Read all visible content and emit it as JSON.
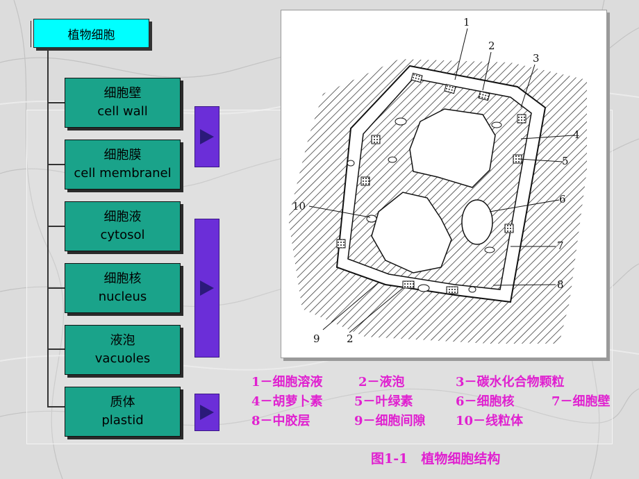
{
  "root": {
    "label": "植物细胞"
  },
  "nodes": [
    {
      "cn": "细胞壁",
      "en": "cell wall"
    },
    {
      "cn": "细胞膜",
      "en": "cell membranel"
    },
    {
      "cn": "细胞液",
      "en": "cytosol"
    },
    {
      "cn": "细胞核",
      "en": "nucleus"
    },
    {
      "cn": "液泡",
      "en": "vacuoles"
    },
    {
      "cn": "质体",
      "en": "plastid"
    }
  ],
  "figure": {
    "labels": [
      "1",
      "2",
      "3",
      "4",
      "5",
      "6",
      "7",
      "8",
      "9",
      "2",
      "10"
    ]
  },
  "legend": [
    "1－细胞溶液",
    "2－液泡",
    "3－碳水化合物颗粒",
    "4－胡萝卜素",
    "5－叶绿素",
    "6－细胞核",
    "7－细胞壁",
    "8－中胶层",
    "9－细胞间隙",
    "10－线粒体"
  ],
  "caption": "图1-1　植物细胞结构",
  "colors": {
    "node_fill": "#1aa38a",
    "title_fill": "#00ffff",
    "arrow_fill": "#6b2ed8",
    "legend_text": "#e020d0"
  }
}
